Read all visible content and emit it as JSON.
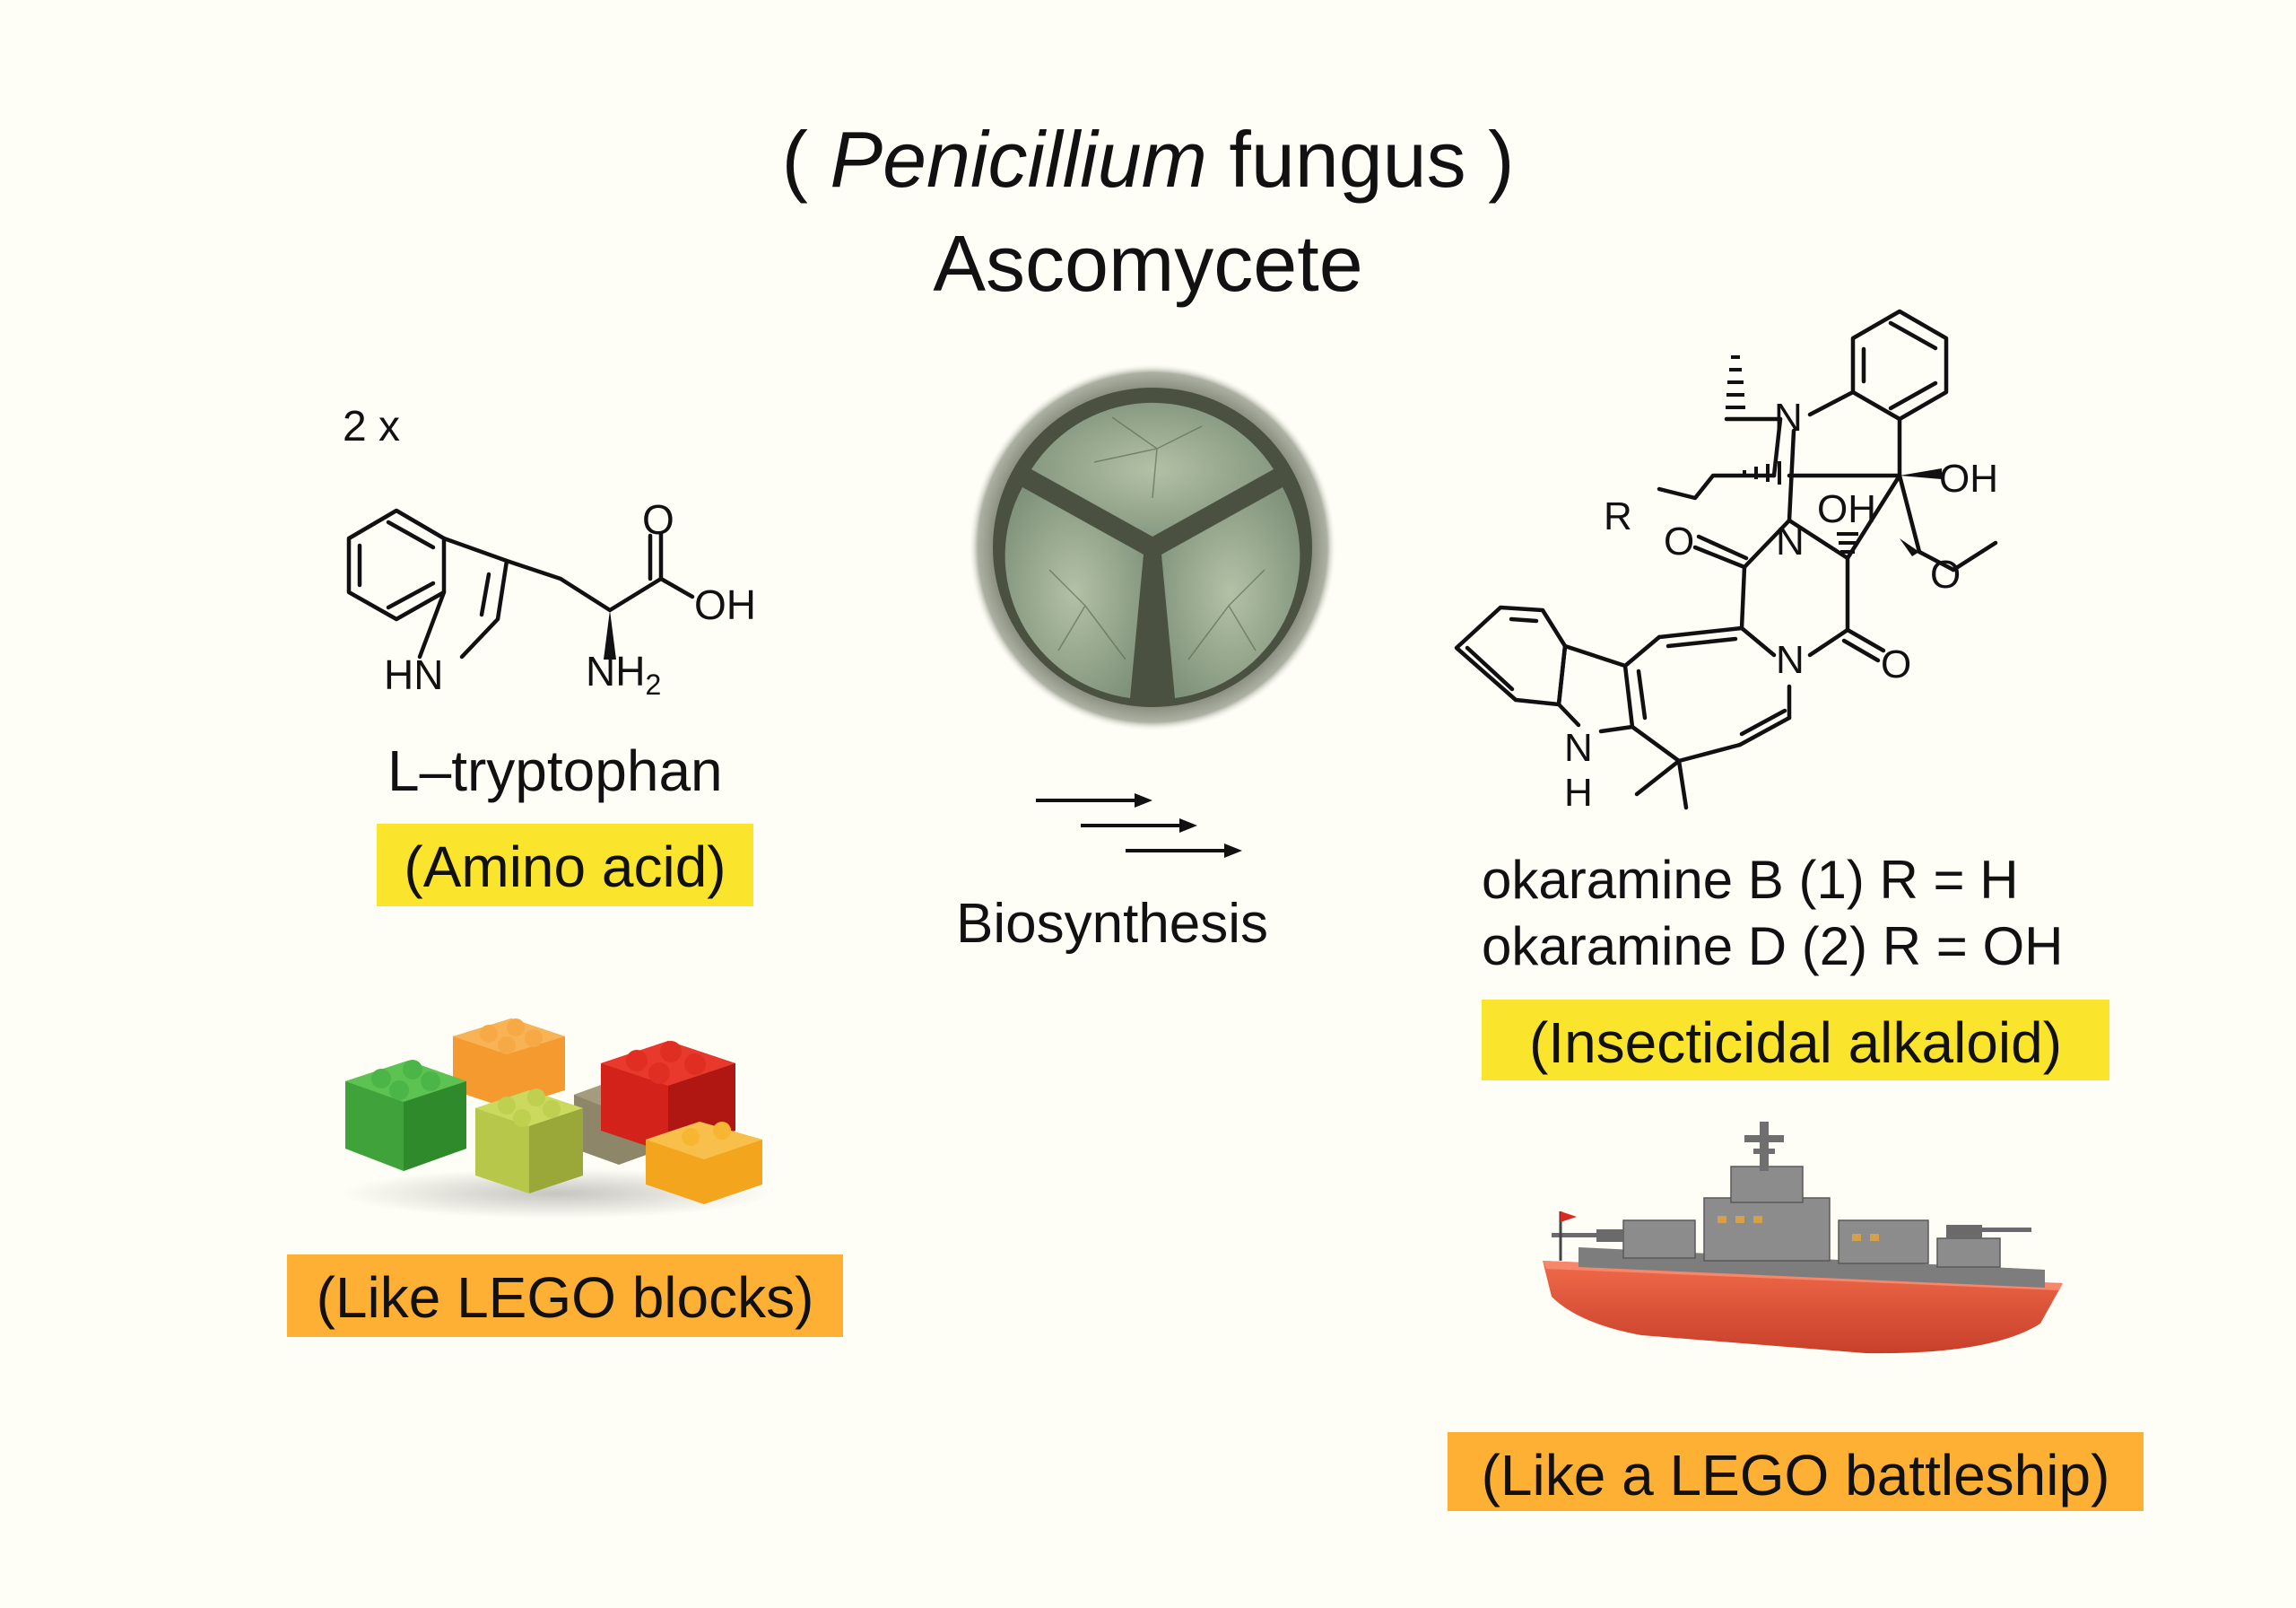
{
  "title": {
    "open_paren": "(",
    "genus": "Penicillium",
    "word": "fungus",
    "close_paren": ")",
    "line2": "Ascomycete"
  },
  "left": {
    "multiplier": "2 x",
    "molecule_labels": {
      "o": "O",
      "oh": "OH",
      "hn": "HN",
      "nh2": "NH",
      "sub2": "2"
    },
    "compound_name": "L–tryptophan",
    "category_label": "(Amino acid)",
    "analogy_label": "(Like LEGO blocks)"
  },
  "center": {
    "process_label": "Biosynthesis"
  },
  "right": {
    "molecule_labels": {
      "n": "N",
      "oh": "OH",
      "o": "O",
      "r": "R",
      "nh_n": "N",
      "nh_h": "H"
    },
    "compound_line1": "okaramine B (1) R = H",
    "compound_line2": "okaramine D (2) R = OH",
    "category_label": "(Insecticidal alkaloid)",
    "analogy_label": "(Like a LEGO battleship)"
  },
  "colors": {
    "yellow_highlight": "#fbe52c",
    "orange_highlight": "#fdb033",
    "fungus_green": "#8fa383",
    "ship_hull": "#e4553a",
    "ship_deck": "#8a8a8a"
  },
  "images": {
    "fungus": "fungus-colony-photo",
    "blocks": "lego-blocks-photo",
    "battleship": "lego-battleship-photo"
  }
}
